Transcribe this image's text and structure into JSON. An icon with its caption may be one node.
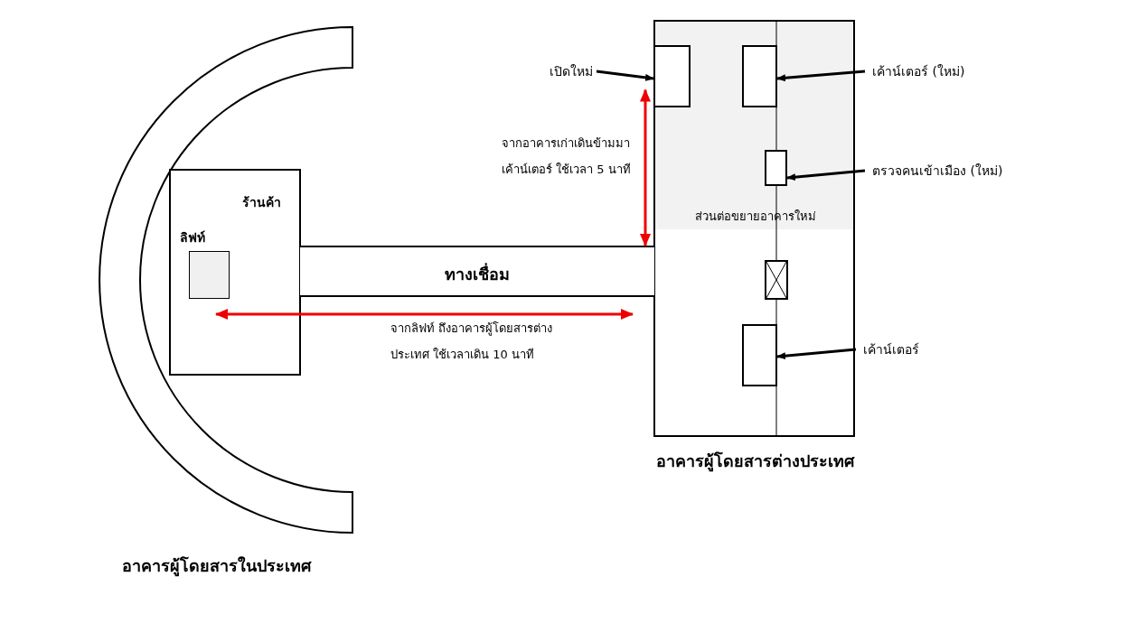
{
  "diagram": {
    "nodes": [
      {
        "text": [
          "อาคารผู้โดยสารในประเทศ"
        ]
      },
      {
        "text": [
          "ร้านค้า"
        ]
      },
      {
        "text": [
          "ลิฟท์"
        ],
        "in": 1
      },
      {
        "text": [
          "ทางเชื่อม"
        ]
      },
      {
        "text": [
          "อาคารผู้โดยสารต่างประเทศ"
        ]
      },
      {
        "text": [
          "ส่วนต่อขยายอาคารใหม่"
        ],
        "in": 4
      },
      {
        "text": [],
        "shape": "box",
        "in": 5
      },
      {
        "text": [],
        "shape": "box",
        "in": 5
      },
      {
        "text": [],
        "shape": "box",
        "in": 5
      },
      {
        "text": [],
        "shape": "box",
        "in": 4
      },
      {
        "text": [],
        "shape": "box",
        "in": 4
      },
      {
        "text": [
          "เปิดใหม่"
        ]
      },
      {
        "text": [
          "เค้าน์เตอร์ (ใหม่)"
        ]
      },
      {
        "text": [
          "ตรวจคนเข้าเมือง (ใหม่)"
        ]
      },
      {
        "text": [
          "เค้าน์เตอร์"
        ]
      }
    ],
    "edges": [
      {
        "from": 11,
        "to": 6,
        "arrow": "to"
      },
      {
        "from": 12,
        "to": 7,
        "arrow": "to"
      },
      {
        "from": 13,
        "to": 8,
        "arrow": "to"
      },
      {
        "from": 14,
        "to": 10,
        "arrow": "to"
      },
      {
        "from": 6,
        "to": 3,
        "arrow": "both",
        "color": "#ee0000",
        "label": "จากอาคารเก่าเดินข้ามมาเค้าน์เตอร์ ใช้เวลา 5 นาที"
      },
      {
        "from": 2,
        "to": 4,
        "arrow": "both",
        "color": "#ee0000",
        "label": "จากลิฟท์ ถึงอาคารผู้โดยสารต่างประเทศ ใช้เวลาเดิน 10 นาที"
      }
    ]
  }
}
